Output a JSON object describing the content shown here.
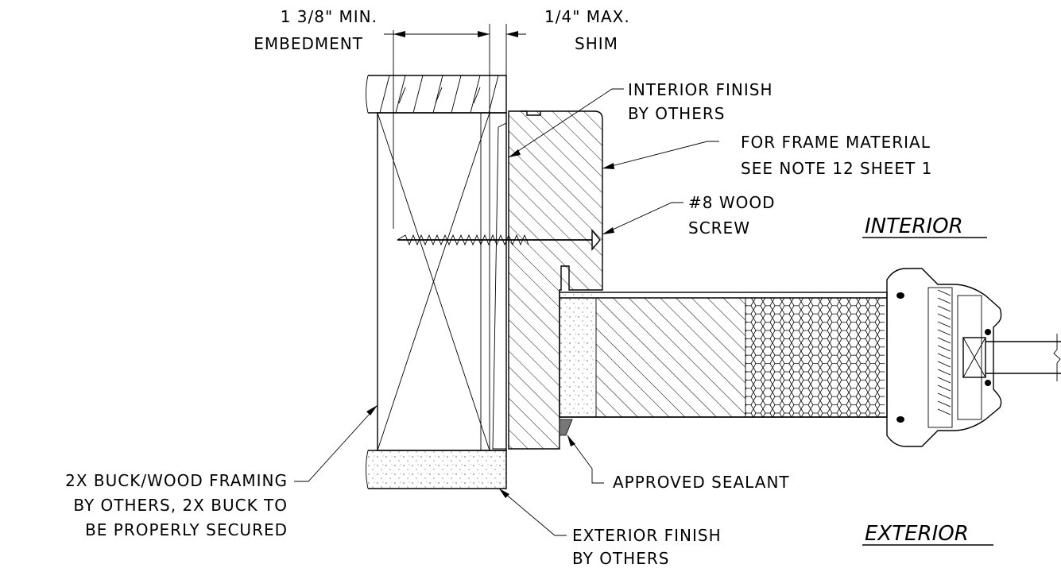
{
  "labels": {
    "embedment": [
      "1 3/8\" MIN.",
      "EMBEDMENT"
    ],
    "shim": [
      "1/4\" MAX.",
      "SHIM"
    ],
    "interior_finish": [
      "INTERIOR FINISH",
      "BY OTHERS"
    ],
    "frame_material": [
      "FOR FRAME MATERIAL",
      "SEE NOTE 12 SHEET 1"
    ],
    "wood_screw": [
      "#8 WOOD",
      "SCREW"
    ],
    "buck": [
      "2X BUCK/WOOD FRAMING",
      "BY OTHERS, 2X BUCK TO",
      "BE PROPERLY SECURED"
    ],
    "sealant": [
      "APPROVED SEALANT"
    ],
    "exterior_finish": [
      "EXTERIOR FINISH",
      "BY OTHERS"
    ]
  },
  "sides": {
    "interior": "INTERIOR",
    "exterior": "EXTERIOR"
  }
}
